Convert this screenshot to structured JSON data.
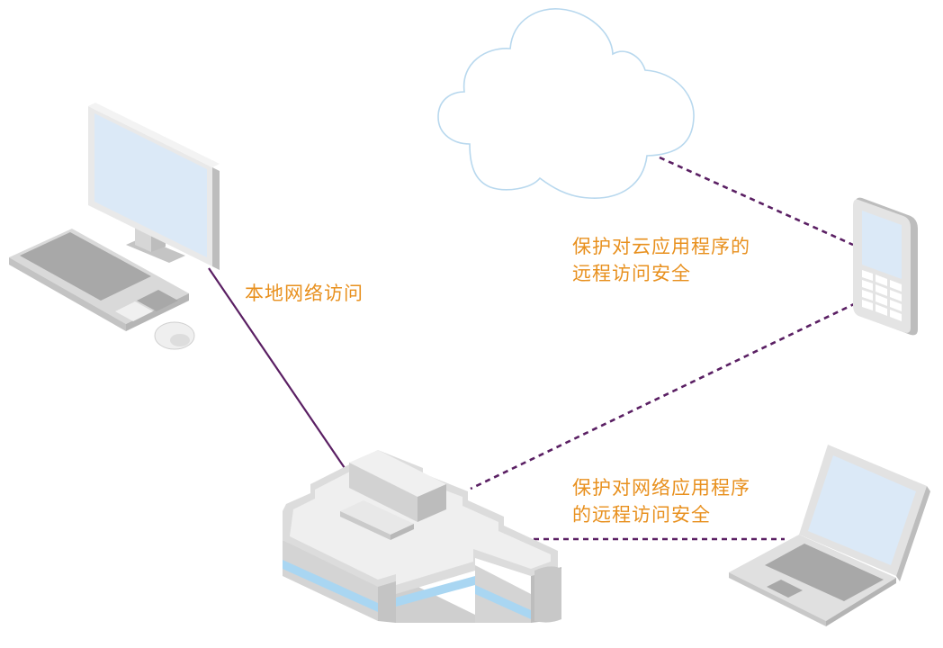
{
  "diagram": {
    "title": "Remote and local access security",
    "nodes": [
      {
        "id": "desktop",
        "icon": "desktop-computer-icon"
      },
      {
        "id": "cloud",
        "icon": "cloud-icon"
      },
      {
        "id": "phone",
        "icon": "mobile-phone-icon"
      },
      {
        "id": "building",
        "icon": "office-building-icon"
      },
      {
        "id": "laptop",
        "icon": "laptop-icon"
      }
    ],
    "connections": [
      {
        "from": "desktop",
        "to": "building",
        "style": "solid"
      },
      {
        "from": "cloud",
        "to": "phone",
        "style": "dotted"
      },
      {
        "from": "phone",
        "to": "building",
        "style": "dotted"
      },
      {
        "from": "building",
        "to": "laptop",
        "style": "dotted"
      }
    ],
    "labels": {
      "local_access": "本地网络访问",
      "cloud_app_line1": "保护对云应用程序的",
      "cloud_app_line2": "远程访问安全",
      "network_app_line1": "保护对网络应用程序",
      "network_app_line2": "的远程访问安全"
    }
  },
  "colors": {
    "label_text": "#e8901e",
    "connector": "#5a1f63",
    "cloud_outline": "#b8d8ee",
    "screen": "#dbe9f7",
    "device_light": "#e6e6e6",
    "device_mid": "#c8c8c8",
    "device_dark": "#a6a6a6",
    "building_stripe": "#a9d6f2"
  }
}
